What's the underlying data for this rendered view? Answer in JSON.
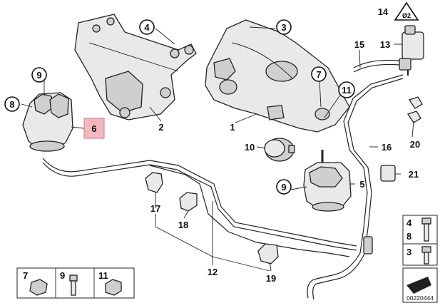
{
  "diagram": {
    "id_number": "00220444",
    "highlighted_part": "6",
    "highlight_color": "#f3b8bf",
    "callouts": {
      "c1": "1",
      "c2": "2",
      "c3": "3",
      "c4": "4",
      "c5": "5",
      "c6": "6",
      "c7": "7",
      "c8": "8",
      "c9a": "9",
      "c9b": "9",
      "c10": "10",
      "c11": "11",
      "c12": "12",
      "c13": "13",
      "c14": "14",
      "c15": "15",
      "c16": "16",
      "c17": "17",
      "c18": "18",
      "c19": "19",
      "c20": "20",
      "c21": "21"
    },
    "legend_bottom_left": {
      "a": "7",
      "b": "9",
      "c": "11"
    },
    "legend_right": {
      "a": "4",
      "b": "8",
      "c": "3"
    },
    "warning_symbol_text": "Ø2"
  }
}
